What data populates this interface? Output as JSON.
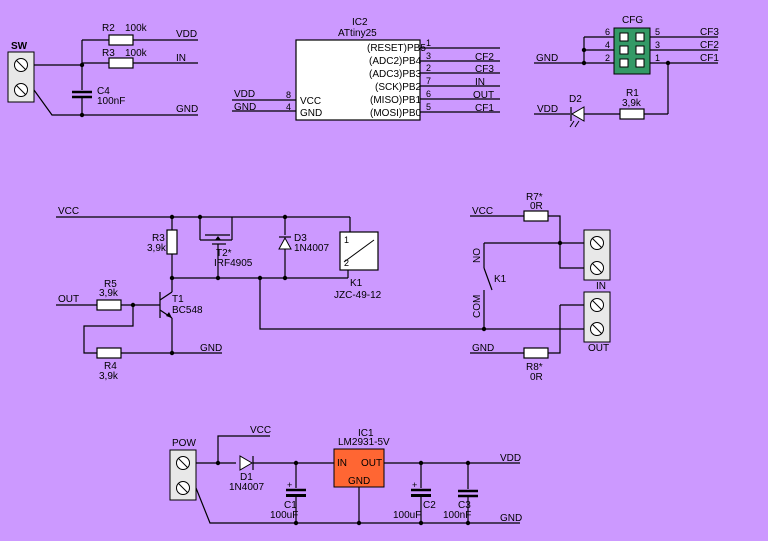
{
  "nets": {
    "vdd": "VDD",
    "vcc": "VCC",
    "gnd": "GND",
    "in": "IN",
    "out": "OUT",
    "cf1": "CF1",
    "cf2": "CF2",
    "cf3": "CF3",
    "no": "NO",
    "com": "COM"
  },
  "sw": {
    "label": "SW"
  },
  "resistors": {
    "r2": {
      "ref": "R2",
      "value": "100k"
    },
    "r3": {
      "ref": "R3",
      "value": "100k"
    },
    "r1": {
      "ref": "R1",
      "value": "3,9k"
    },
    "r3b": {
      "ref": "R3",
      "value": "3,9k"
    },
    "r5": {
      "ref": "R5",
      "value": "3,9k"
    },
    "r4": {
      "ref": "R4",
      "value": "3,9k"
    },
    "r7": {
      "ref": "R7*",
      "value": "0R"
    },
    "r8": {
      "ref": "R8*",
      "value": "0R"
    }
  },
  "capacitors": {
    "c4": {
      "ref": "C4",
      "value": "100nF"
    },
    "c1": {
      "ref": "C1",
      "value": "100uF"
    },
    "c2": {
      "ref": "C2",
      "value": "100uF"
    },
    "c3": {
      "ref": "C3",
      "value": "100nF"
    }
  },
  "ic2": {
    "ref": "IC2",
    "part": "ATtiny25",
    "left_pins": [
      {
        "num": "8",
        "name": "VCC",
        "net": "VDD"
      },
      {
        "num": "4",
        "name": "GND",
        "net": "GND"
      }
    ],
    "right_pins": [
      {
        "name": "(RESET)PB5",
        "num": "1",
        "net": ""
      },
      {
        "name": "(ADC2)PB4",
        "num": "3",
        "net": "CF2"
      },
      {
        "name": "(ADC3)PB3",
        "num": "2",
        "net": "CF3"
      },
      {
        "name": "(SCK)PB2",
        "num": "7",
        "net": "IN"
      },
      {
        "name": "(MISO)PB1",
        "num": "6",
        "net": "OUT"
      },
      {
        "name": "(MOSI)PB0",
        "num": "5",
        "net": "CF1"
      }
    ]
  },
  "cfg": {
    "label": "CFG",
    "left_nums": [
      "6",
      "4",
      "2"
    ],
    "right_nums": [
      "5",
      "3",
      "1"
    ],
    "right_nets": [
      "CF3",
      "CF2",
      "CF1"
    ],
    "left_net": "GND"
  },
  "d2": {
    "ref": "D2"
  },
  "t2": {
    "ref": "T2*",
    "part": "IRF4905"
  },
  "d3": {
    "ref": "D3",
    "part": "1N4007"
  },
  "k1": {
    "ref": "K1",
    "part": "JZC-49-12",
    "contact": "K1",
    "pin1": "1",
    "pin2": "2"
  },
  "t1": {
    "ref": "T1",
    "part": "BC548"
  },
  "conn_in": {
    "label": "IN"
  },
  "conn_out": {
    "label": "OUT"
  },
  "pow": {
    "label": "POW"
  },
  "d1": {
    "ref": "D1",
    "part": "1N4007"
  },
  "ic1": {
    "ref": "IC1",
    "part": "LM2931-5V",
    "in": "IN",
    "out": "OUT",
    "gnd": "GND"
  },
  "colors": {
    "background": "#cc99ff",
    "cfg_fill": "#339966",
    "ic1_fill": "#ff6633"
  }
}
